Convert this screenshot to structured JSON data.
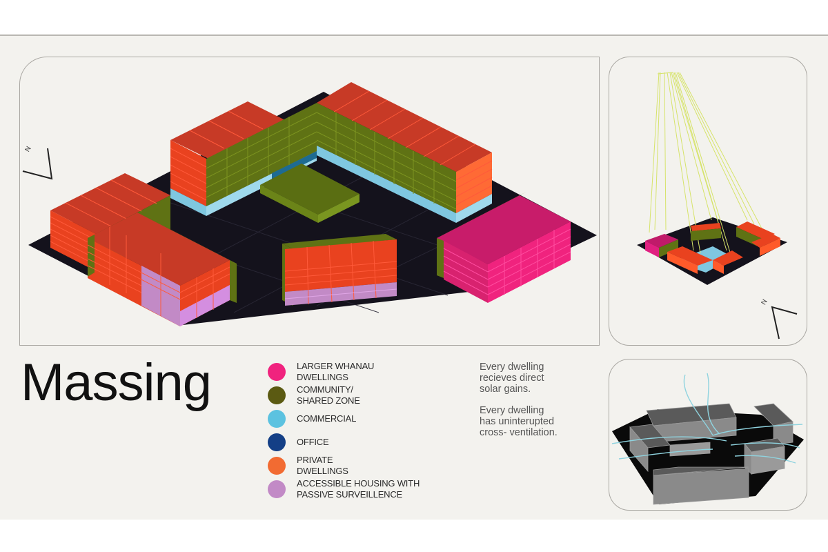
{
  "title": "Massing",
  "colors": {
    "board_bg": "#f3f2ee",
    "site_plinth": "#14121c",
    "larger_whanau": "#f0237e",
    "community": "#5b6e12",
    "commercial": "#5cc2e0",
    "office": "#143f86",
    "private": "#f26b32",
    "accessible": "#c28ac6",
    "solar_rays": "#d6e36a",
    "wind_lines": "#8fd3df"
  },
  "legend": [
    {
      "label": "LARGER WHANAU\nDWELLINGS",
      "color": "#f0237e"
    },
    {
      "label": "COMMUNITY/\nSHARED ZONE",
      "color": "#5b5a12"
    },
    {
      "label": "COMMERCIAL",
      "color": "#5cc2e0"
    },
    {
      "label": "OFFICE",
      "color": "#143f86"
    },
    {
      "label": "PRIVATE\nDWELLINGS",
      "color": "#f26b32"
    },
    {
      "label": "ACCESSIBLE HOUSING WITH\nPASSIVE SURVEILLENCE",
      "color": "#c28ac6"
    }
  ],
  "notes": [
    "Every dwelling\nrecieves direct\nsolar gains.",
    "Every dwelling\nhas uninterupted\ncross- ventilation."
  ],
  "compass": {
    "label": "N"
  },
  "panels": {
    "main": "massing-isometric",
    "solar": "solar-access-diagram",
    "ventilation": "cross-ventilation-diagram"
  }
}
